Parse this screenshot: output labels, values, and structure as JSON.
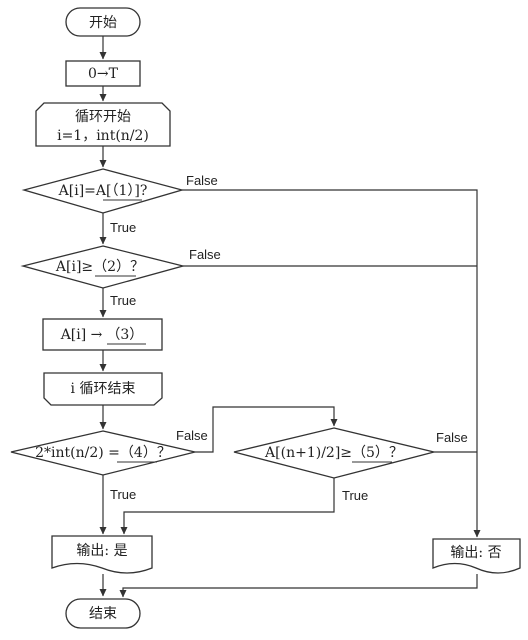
{
  "start": "开始",
  "init": "0→T",
  "loop_start": {
    "line1": "循环开始",
    "line2": "i=1，int(n/2)"
  },
  "cond1": {
    "pre": "A[i]=A[",
    "blank": "（1）",
    "post": "]?"
  },
  "cond2": {
    "pre": "A[i]≥",
    "blank": "（2）",
    "post": "？"
  },
  "assign": {
    "pre": "A[i] →",
    "blank": "（3）"
  },
  "loop_end": "i 循环结束",
  "cond4": {
    "pre": "2*int(n/2) =",
    "blank": "（4）",
    "post": "？"
  },
  "cond5": {
    "pre": "A[(n+1)/2]≥",
    "blank": "（5）",
    "post": "？"
  },
  "out_yes": "输出: 是",
  "out_no": "输出: 否",
  "end": "结束",
  "edge_labels": {
    "true": "True",
    "false": "False"
  }
}
